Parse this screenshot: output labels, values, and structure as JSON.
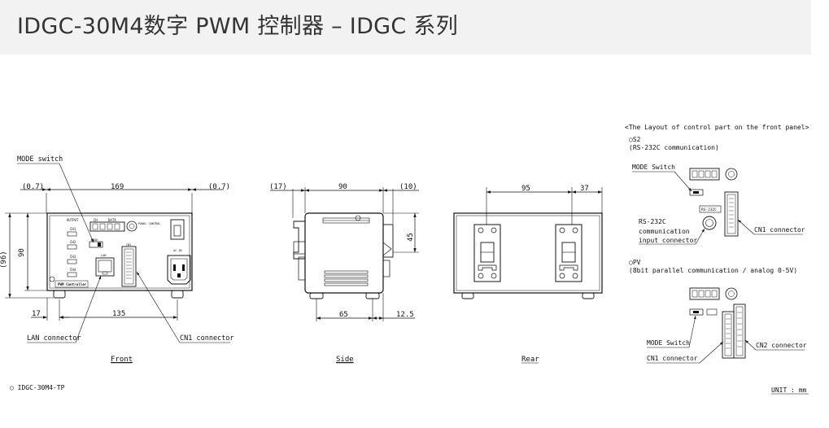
{
  "page": {
    "title": "IDGC-30M4数字 PWM 控制器 – IDGC 系列"
  },
  "front": {
    "dims": {
      "left_gap": "(0.7)",
      "width": "169",
      "right_gap": "(0.7)",
      "height": "90",
      "height_outer": "(96)",
      "foot_left": "17",
      "foot_span": "135"
    },
    "labels": {
      "mode_switch": "MODE switch",
      "lan_connector": "LAN connector",
      "cn1_connector": "CN1 connector",
      "caption": "Front"
    },
    "panel_text": {
      "output": "OUTPUT",
      "ch": "CH",
      "data": "DATA",
      "ch1": "CH1",
      "ch2": "CH2",
      "ch3": "CH3",
      "ch4": "CH4",
      "mode": "MODE",
      "lan": "LAN",
      "cn1": "CN1",
      "acin": "AC IN",
      "brand": "PWM Controller",
      "panel_control": "PANEL CONTROL"
    }
  },
  "side": {
    "dims": {
      "left_gap": "(17)",
      "depth": "90",
      "right_gap": "(10)",
      "vertical": "45",
      "bottom_span": "65",
      "bottom_right": "12.5"
    },
    "caption": "Side"
  },
  "rear": {
    "dims": {
      "span": "95",
      "right": "37"
    },
    "caption": "Rear"
  },
  "layout_panel": {
    "heading": "<The Layout of control part on the front panel>",
    "s2": {
      "marker": "○S2",
      "desc": "(RS-232C communication)",
      "mode_switch": "MODE Switch",
      "rs232c_input_line1": "RS-232C",
      "rs232c_input_line2": "communication",
      "rs232c_input_line3": "input connector",
      "cn1_connector": "CN1 connector",
      "rs232c_tag": "RS-232C"
    },
    "pv": {
      "marker": "○PV",
      "desc": "(8bit parallel communication / analog 0-5V)",
      "mode_switch": "MODE Switch",
      "cn1_connector": "CN1 connector",
      "cn2_connector": "CN2 connector"
    }
  },
  "footer": {
    "model": "○  IDGC-30M4-TP",
    "unit": "UNIT : mm"
  }
}
